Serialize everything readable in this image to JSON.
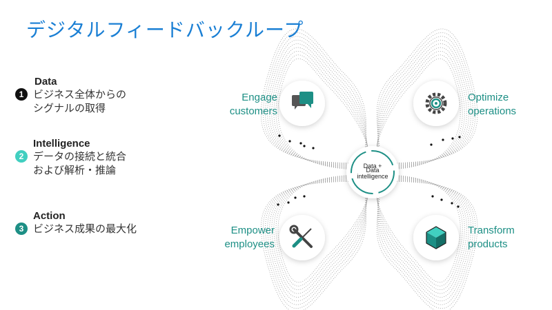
{
  "title": "デジタルフィードバックループ",
  "steps": [
    {
      "number": "1",
      "title": "Data",
      "desc": "ビジネス全体からの\nシグナルの取得",
      "color": "#111111"
    },
    {
      "number": "2",
      "title": "Intelligence",
      "desc": "データの接続と統合\nおよび解析・推論",
      "color": "#41cfc0"
    },
    {
      "number": "3",
      "title": "Action",
      "desc": "ビジネス成果の最大化",
      "color": "#1d8f85"
    }
  ],
  "hub": {
    "line1": "Data +",
    "line2": "Data",
    "line3": "intelligence"
  },
  "nodes": {
    "engage": "Engage\ncustomers",
    "optimize": "Optimize\noperations",
    "empower": "Empower\nemployees",
    "transform": "Transform\nproducts"
  },
  "icons": {
    "engage": "chat-bubbles-icon",
    "optimize": "gear-cycle-icon",
    "empower": "wrench-screwdriver-icon",
    "transform": "cube-icon"
  },
  "colors": {
    "title": "#1a7fd4",
    "accent": "#1d8f85",
    "accent_light": "#41cfc0"
  }
}
